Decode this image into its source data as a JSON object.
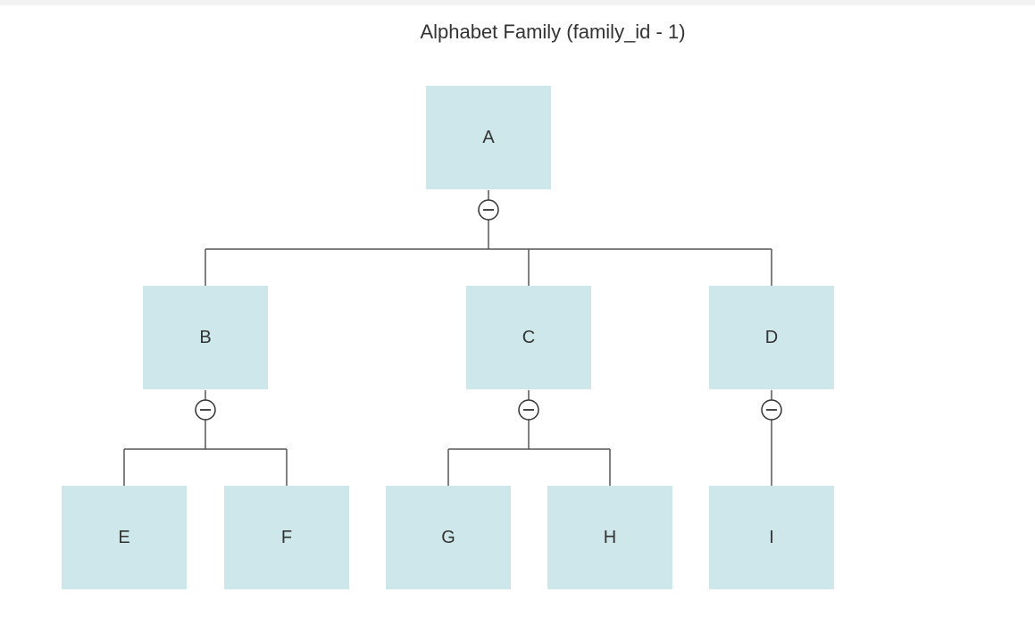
{
  "title": "Alphabet Family (family_id - 1)",
  "nodes": {
    "A": "A",
    "B": "B",
    "C": "C",
    "D": "D",
    "E": "E",
    "F": "F",
    "G": "G",
    "H": "H",
    "I": "I"
  },
  "colors": {
    "node_fill": "#cde7ea",
    "line": "#555555",
    "text": "#333333"
  }
}
